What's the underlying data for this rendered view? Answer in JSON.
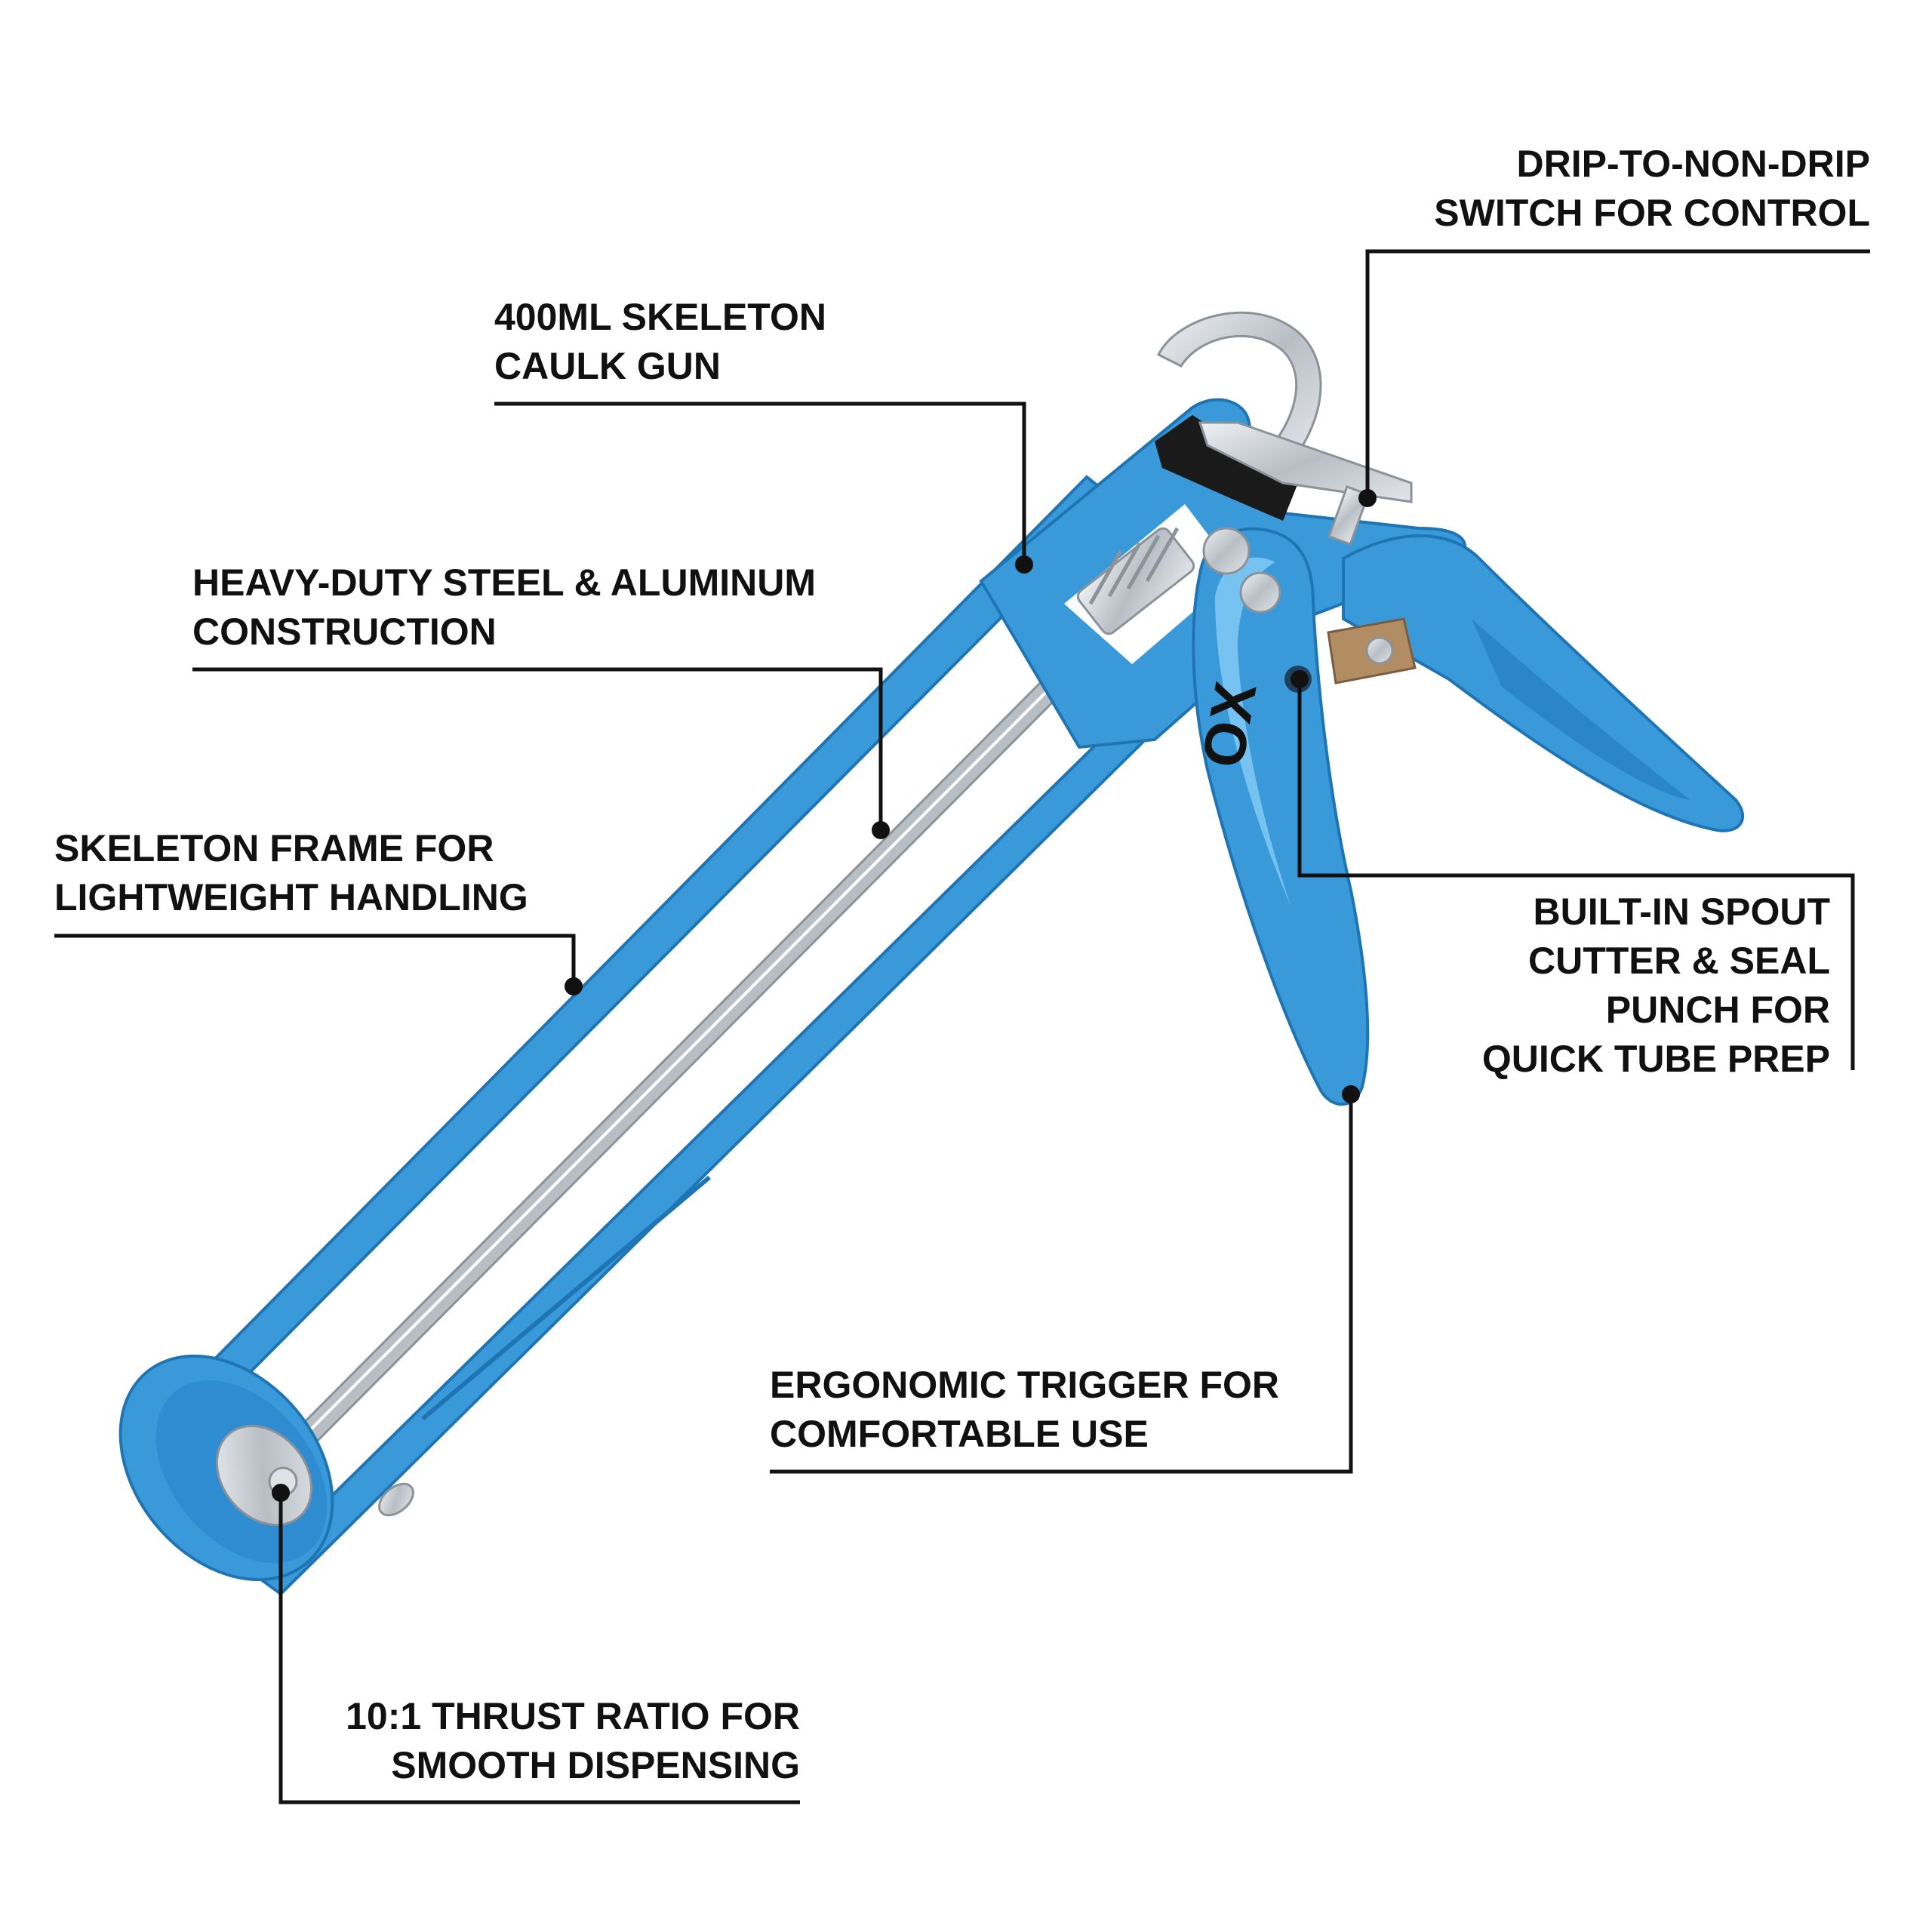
{
  "brand": {
    "logo_text": "OX",
    "logo_icon": "ox-logo-icon"
  },
  "colors": {
    "frame_blue": "#3a9ad9",
    "frame_blue_dark": "#1f74b4",
    "frame_blue_light": "#67b9ec",
    "steel": "#c9ced3",
    "steel_dark": "#8b9299",
    "black_part": "#1a1a1a",
    "leader_line": "#111111",
    "text": "#111111"
  },
  "callouts": {
    "drip_switch": {
      "line1": "DRIP-TO-NON-DRIP",
      "line2": "SWITCH FOR CONTROL"
    },
    "caulk_gun": {
      "line1": "400ML SKELETON",
      "line2": "CAULK GUN"
    },
    "construction": {
      "line1": "HEAVY-DUTY STEEL & ALUMINUM",
      "line2": "CONSTRUCTION"
    },
    "frame": {
      "line1": "SKELETON FRAME FOR",
      "line2": "LIGHTWEIGHT HANDLING"
    },
    "spout_cutter": {
      "line1": "BUILT-IN SPOUT",
      "line2": "CUTTER & SEAL",
      "line3": "PUNCH FOR",
      "line4": "QUICK TUBE PREP"
    },
    "trigger": {
      "line1": "ERGONOMIC TRIGGER FOR",
      "line2": "COMFORTABLE USE"
    },
    "thrust_ratio": {
      "line1": "10:1 THRUST RATIO FOR",
      "line2": "SMOOTH DISPENSING"
    }
  }
}
